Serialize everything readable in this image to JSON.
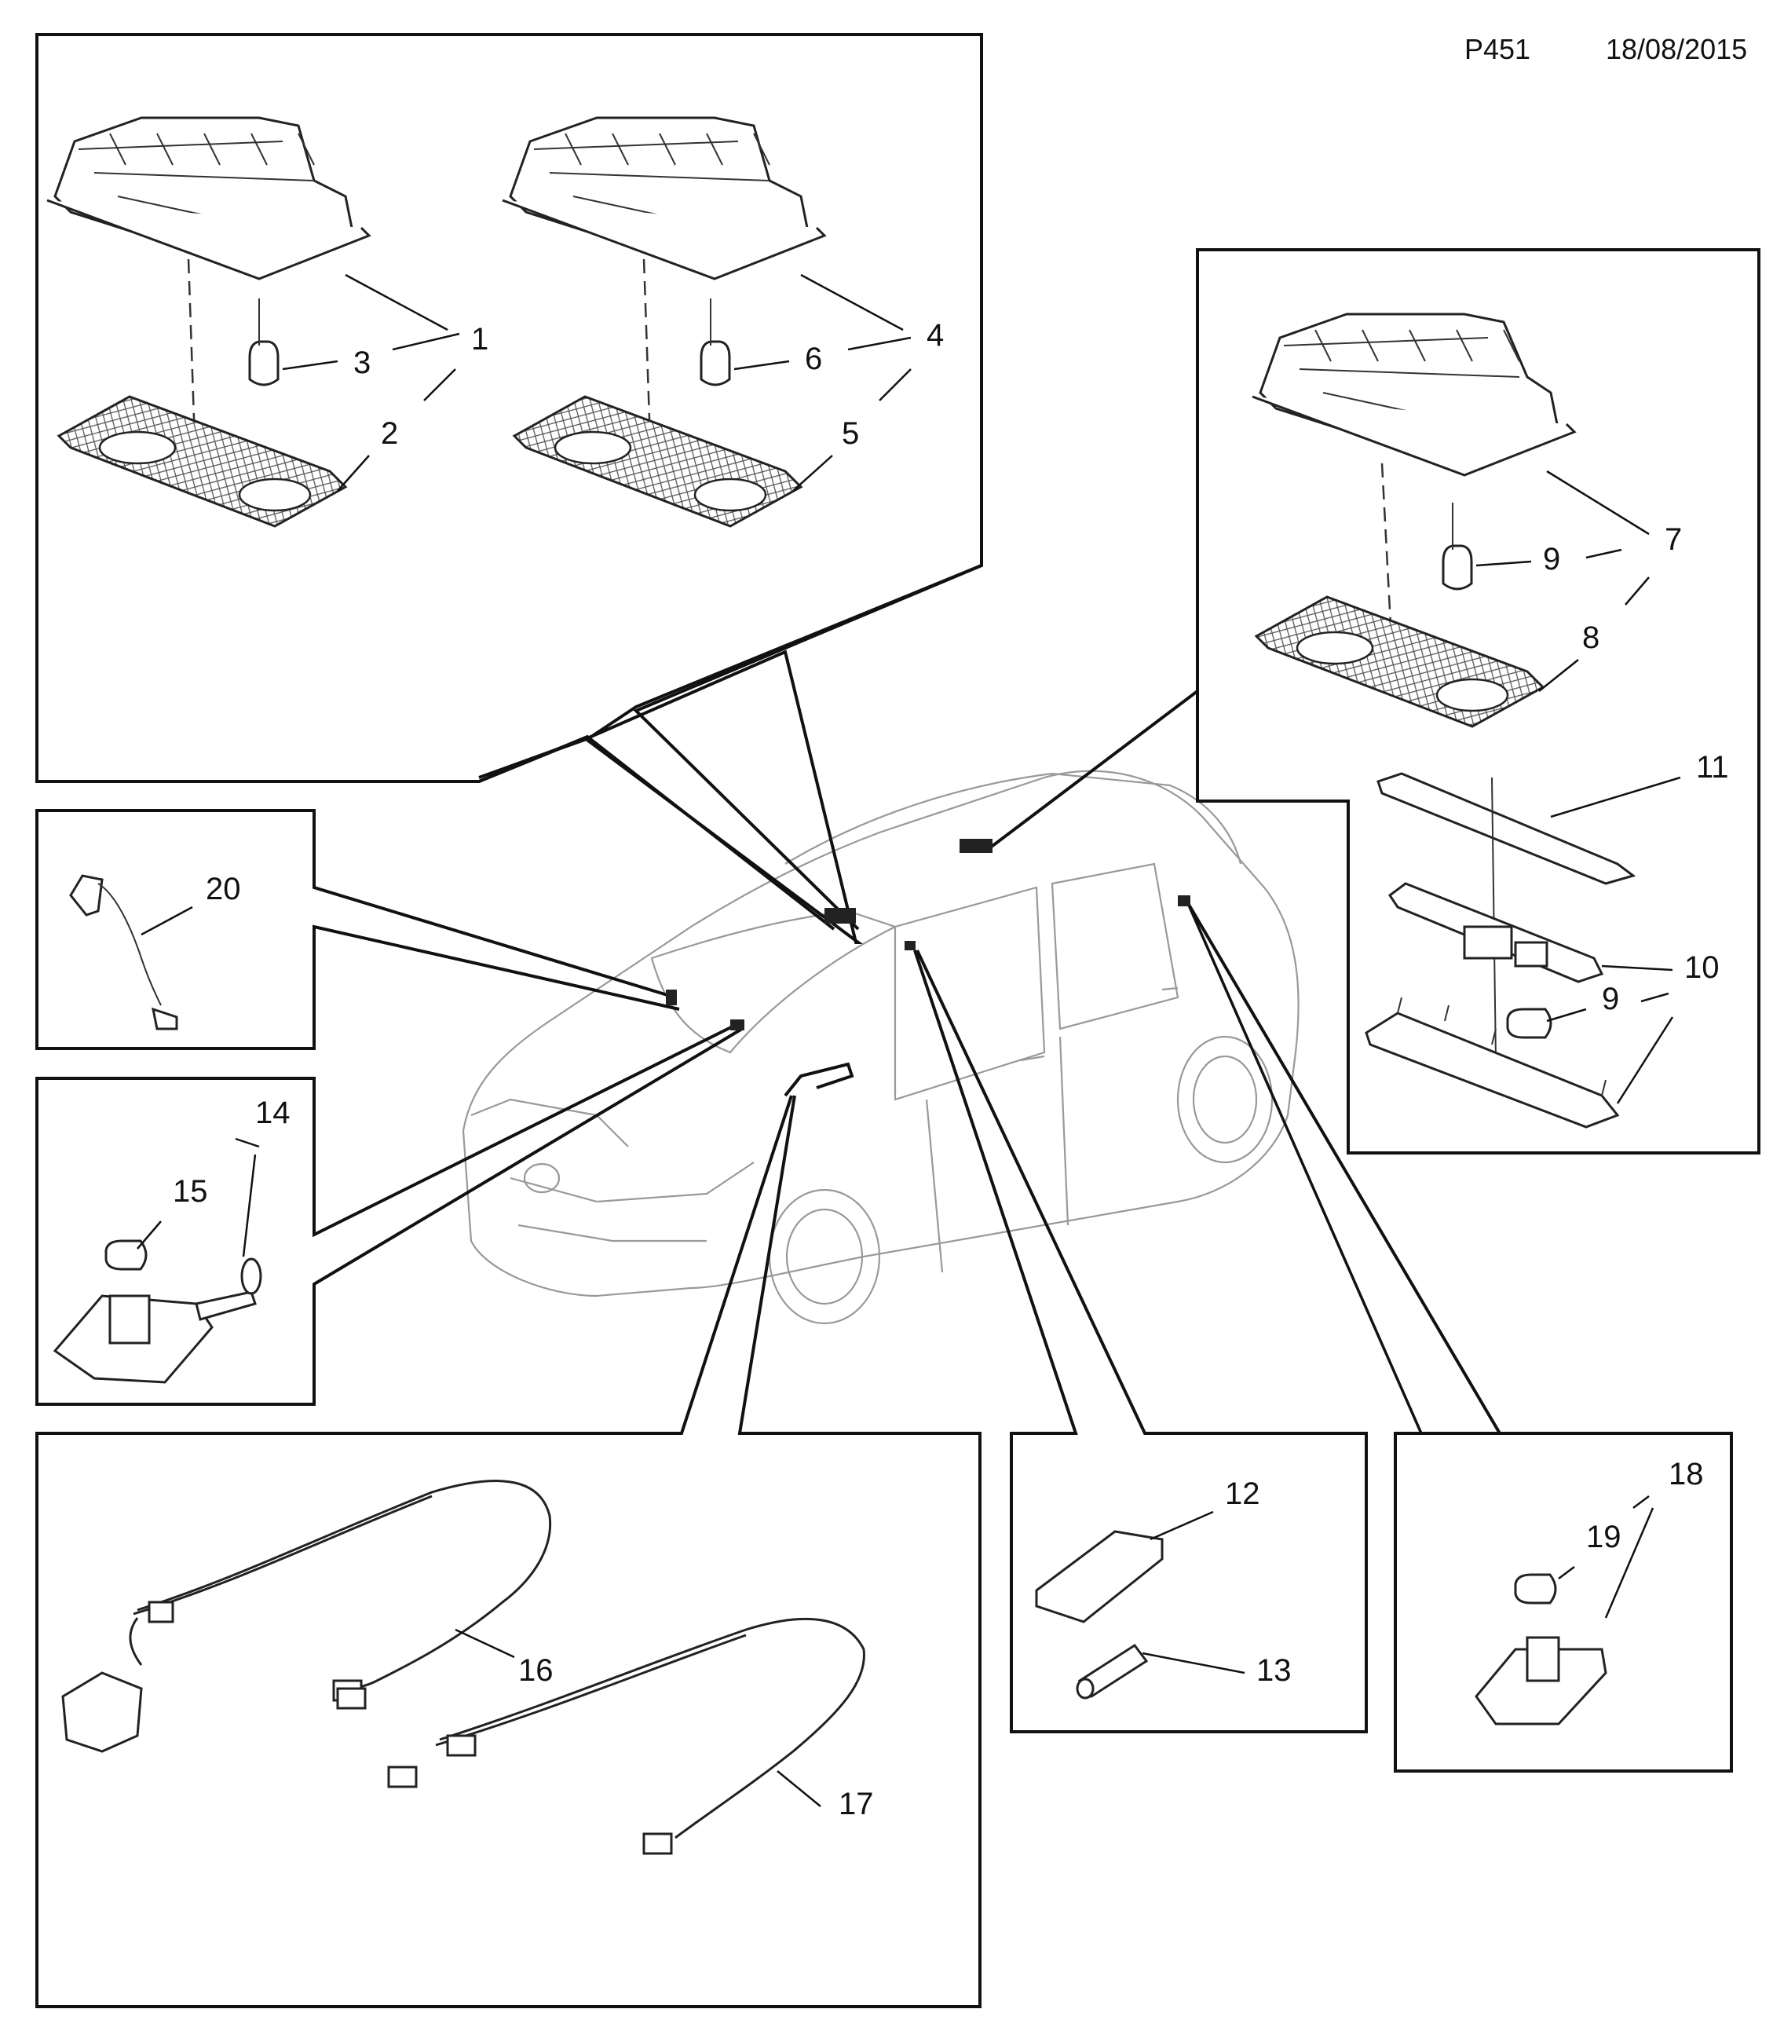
{
  "header": {
    "code": "P451",
    "date": "18/08/2015"
  },
  "labels": {
    "p1": "1",
    "p2": "2",
    "p3": "3",
    "p4": "4",
    "p5": "5",
    "p6": "6",
    "p7": "7",
    "p8": "8",
    "p9a": "9",
    "p9b": "9",
    "p10": "10",
    "p11": "11",
    "p12": "12",
    "p13": "13",
    "p14": "14",
    "p15": "15",
    "p16": "16",
    "p17": "17",
    "p18": "18",
    "p19": "19",
    "p20": "20"
  }
}
